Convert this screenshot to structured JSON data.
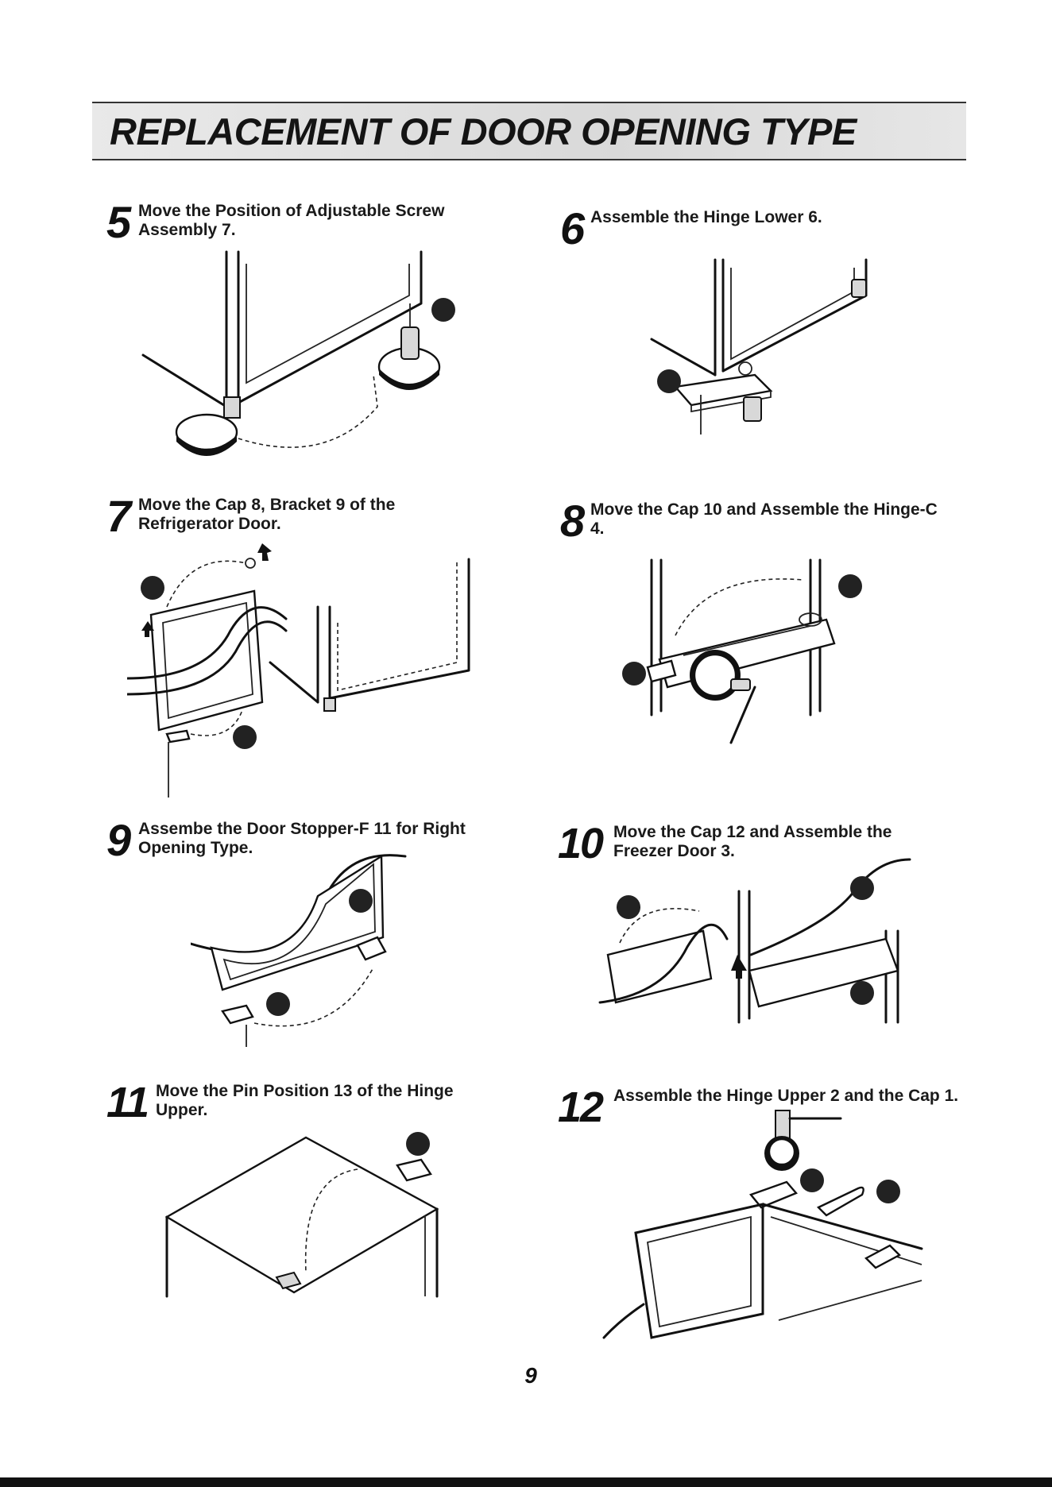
{
  "title": "REPLACEMENT OF DOOR OPENING TYPE",
  "steps": [
    {
      "number": "5",
      "text": "Move the Position of Adjustable Screw Assembly 7."
    },
    {
      "number": "6",
      "text": "Assemble the Hinge Lower 6."
    },
    {
      "number": "7",
      "text": "Move the Cap 8, Bracket 9 of the Refrigerator Door."
    },
    {
      "number": "8",
      "text": "Move the Cap 10 and Assemble the Hinge-C 4."
    },
    {
      "number": "9",
      "text": "Assembe the Door Stopper-F 11 for Right Opening Type."
    },
    {
      "number": "10",
      "text": "Move the Cap 12 and Assemble the Freezer Door 3."
    },
    {
      "number": "11",
      "text": "Move the Pin Position 13 of the Hinge Upper."
    },
    {
      "number": "12",
      "text": "Assemble the Hinge Upper 2 and the Cap 1."
    }
  ],
  "page_number": "9"
}
